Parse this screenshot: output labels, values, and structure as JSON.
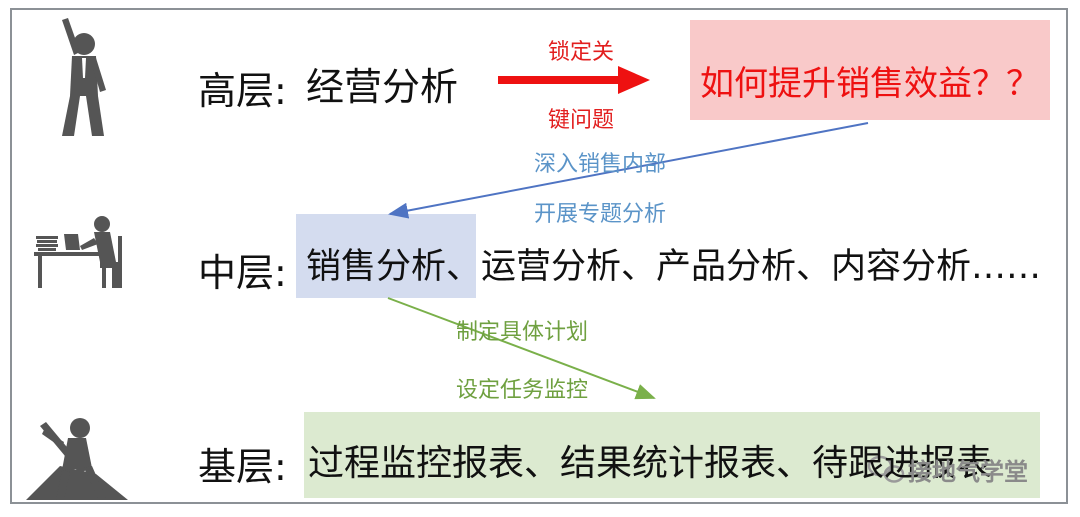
{
  "tiers": {
    "top": {
      "label": "高层:",
      "text": "经营分析"
    },
    "middle": {
      "label": "中层:",
      "text": "销售分析、运营分析、产品分析、内容分析……"
    },
    "bottom": {
      "label": "基层:",
      "text": "过程监控报表、结果统计报表、待跟进报表"
    }
  },
  "goal_box": {
    "text": "如何提升销售效益？？",
    "color": "#ee1111"
  },
  "annotations": {
    "top_arrow": [
      "锁定关",
      "键问题"
    ],
    "top_to_middle": [
      "深入销售内部",
      "开展专题分析"
    ],
    "middle_to_bottom": [
      "制定具体计划",
      "设定任务监控"
    ]
  },
  "watermark": {
    "text": "接地气学堂"
  },
  "icons": {
    "top": "cheering-businessman-icon",
    "middle": "person-at-desk-icon",
    "bottom": "digging-worker-icon",
    "watermark": "wechat-icon"
  },
  "colors": {
    "red_arrow": "#ee1111",
    "blue_arrow": "#4f74c3",
    "green_arrow": "#7ab04a",
    "red_box": "#f9c9c9",
    "blue_box": "#d4dcef",
    "green_box": "#dcead0"
  }
}
